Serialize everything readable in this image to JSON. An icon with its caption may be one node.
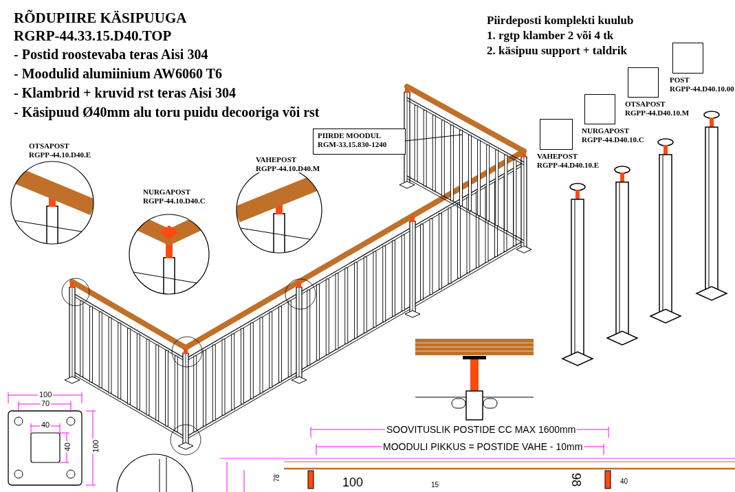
{
  "diagram": {
    "title": "RÕDUPIIRE KÄSIPUUGA",
    "nodes": [
      {
        "text": [
          "PIIRDE MOODUL RGM-33.15.830-1240"
        ]
      },
      {
        "text": [],
        "shape": "picture"
      },
      {
        "text": [],
        "shape": "box",
        "beside": [
          "VAHEPOST RGPP-44.D40.10.E"
        ]
      },
      {
        "text": [],
        "shape": "box",
        "beside": [
          "NURGAPOST RGPP-44.D40.10.C"
        ]
      },
      {
        "text": [],
        "shape": "box",
        "beside": [
          "OTSAPOST RGPP-44.D40.10.M"
        ]
      },
      {
        "text": [],
        "shape": "box",
        "beside": [
          "POST RGPP-44.D40.10.00"
        ]
      }
    ],
    "edges": [
      {
        "from": 0,
        "to": 1,
        "arrow": "none"
      }
    ],
    "labels": [
      "RGRP-44.33.15.D40.TOP",
      "- Postid roostevaba teras Aisi 304",
      "- Moodulid alumiinium AW6060 T6",
      "- Klambrid + kruvid rst teras Aisi 304",
      "- Käsipuud Ø40mm alu toru puidu decooriga või rst",
      "Piirdeposti komplekti kuulub",
      "1. rgtp klamber 2 või 4 tk",
      "2. käsipuu support + taldrik",
      "OTSAPOST RGPP-44.10.D40.E",
      "NURGAPOST RGPP-44.10.D40.C",
      "VAHEPOST RGPP-44.10.D40.M",
      "100",
      "70",
      "40",
      "40",
      "100",
      "SOOVITUSLIK POSTIDE CC MAX 1600mm",
      "MOODULI PIKKUS = POSTIDE VAHE - 10mm",
      "78",
      "100",
      "98",
      "15",
      "40"
    ]
  }
}
